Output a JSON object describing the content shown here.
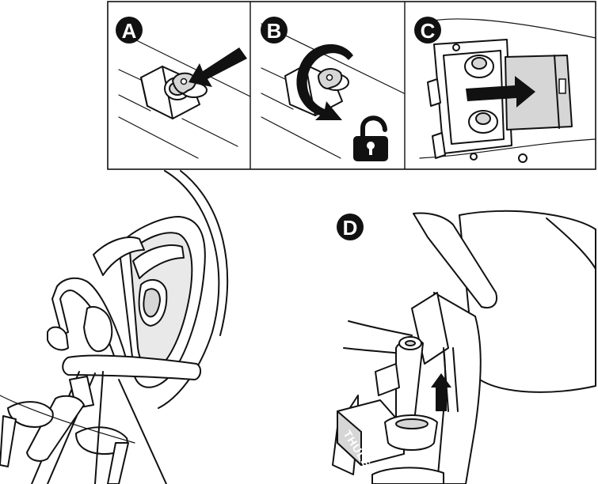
{
  "steps": [
    {
      "label": "A"
    },
    {
      "label": "B"
    },
    {
      "label": "C"
    },
    {
      "label": "D"
    }
  ],
  "brand_text": "THULE",
  "icons": {
    "unlock": "padlock-open-icon",
    "arrow_insert": "arrow-right-icon",
    "arrow_up": "arrow-up-icon",
    "rotate": "rotate-clockwise-arrow-icon"
  },
  "colors": {
    "ink": "#111111",
    "panel_gray": "#d6d6d6",
    "background": "#ffffff"
  }
}
